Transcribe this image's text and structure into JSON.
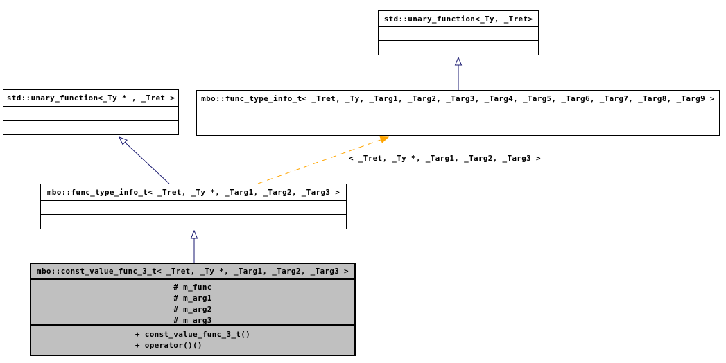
{
  "diagram_type": "uml-class-inheritance-graph",
  "colors": {
    "background": "#ffffff",
    "node_fill": "#ffffff",
    "highlight_node_fill": "#c0c0c0",
    "node_border": "#000000",
    "inheritance_edge": "#191970",
    "template_edge": "#ffa500",
    "text": "#000000"
  },
  "nodes": [
    {
      "id": "std-unary-function",
      "title": "std::unary_function<_Ty, _Tret>",
      "attributes": [],
      "methods": []
    },
    {
      "id": "std-unary-function-ptr",
      "title": "std::unary_function<_Ty * , _Tret >",
      "attributes": [],
      "methods": []
    },
    {
      "id": "func-type-info-t-9args",
      "title": "mbo::func_type_info_t< _Tret, _Ty, _Targ1, _Targ2, _Targ3, _Targ4, _Targ5, _Targ6, _Targ7, _Targ8, _Targ9 >",
      "attributes": [],
      "methods": []
    },
    {
      "id": "func-type-info-t-3args",
      "title": "mbo::func_type_info_t< _Tret, _Ty *, _Targ1, _Targ2, _Targ3 >",
      "attributes": [],
      "methods": []
    },
    {
      "id": "const-value-func-3-t",
      "title": "mbo::const_value_func_3_t< _Tret, _Ty *, _Targ1, _Targ2, _Targ3 >",
      "attributes": [
        "# m_func",
        "# m_arg1",
        "# m_arg2",
        "# m_arg3"
      ],
      "methods": [
        "+ const_value_func_3_t()",
        "+ operator()()"
      ]
    }
  ],
  "edges": [
    {
      "type": "inheritance",
      "from": "func-type-info-t-9args",
      "to": "std-unary-function",
      "label": ""
    },
    {
      "type": "inheritance",
      "from": "func-type-info-t-3args",
      "to": "std-unary-function-ptr",
      "label": ""
    },
    {
      "type": "template-instantiation",
      "from": "func-type-info-t-3args",
      "to": "func-type-info-t-9args",
      "label": "< _Tret, _Ty *, _Targ1, _Targ2, _Targ3 >"
    },
    {
      "type": "inheritance",
      "from": "const-value-func-3-t",
      "to": "func-type-info-t-3args",
      "label": ""
    }
  ]
}
